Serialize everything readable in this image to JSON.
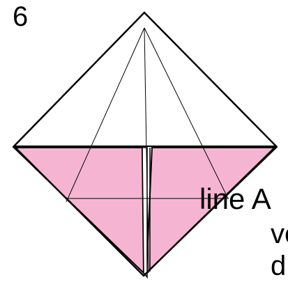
{
  "step_number": "6",
  "label_line_a": "line A",
  "partial_text_1": "vell",
  "partial_text_2": "d.",
  "colors": {
    "pink_fill": "#f5b5d2",
    "outline": "#000000",
    "background": "#ffffff"
  }
}
